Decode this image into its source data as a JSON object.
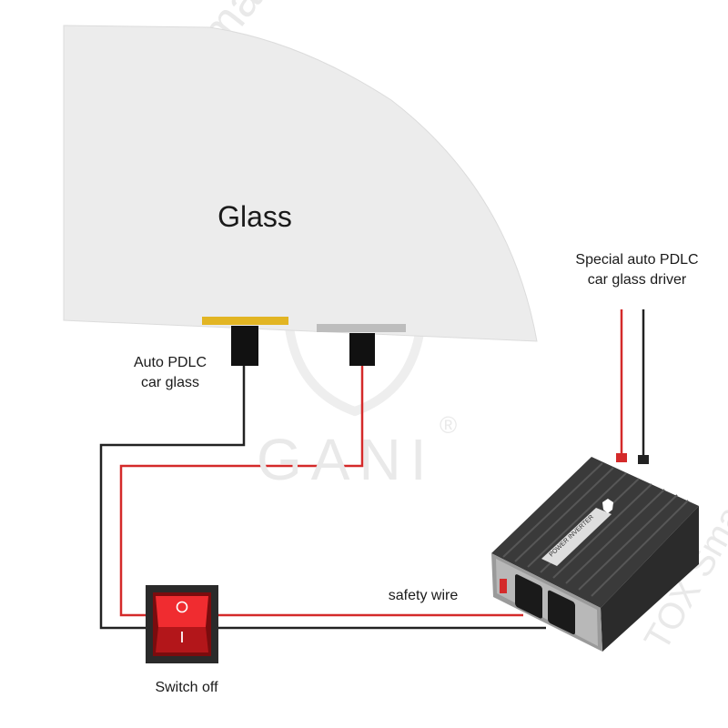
{
  "labels": {
    "glass": "Glass",
    "auto_pdlc_line1": "Auto PDLC",
    "auto_pdlc_line2": "car glass",
    "driver_line1": "Special auto PDLC",
    "driver_line2": "car glass driver",
    "safety_wire": "safety wire",
    "switch_off": "Switch off"
  },
  "inverter_text": {
    "title": "POWER INVERTER"
  },
  "watermark": {
    "brand": "GANI",
    "registered": "®",
    "diagonal": "TOX Smart Gla..."
  },
  "colors": {
    "glass_fill": "#ececec",
    "wire_red": "#d42a2a",
    "wire_black": "#222222",
    "connector_gold": "#e2b523",
    "connector_silver": "#bdbdbd",
    "switch_red": "#e8262a"
  }
}
